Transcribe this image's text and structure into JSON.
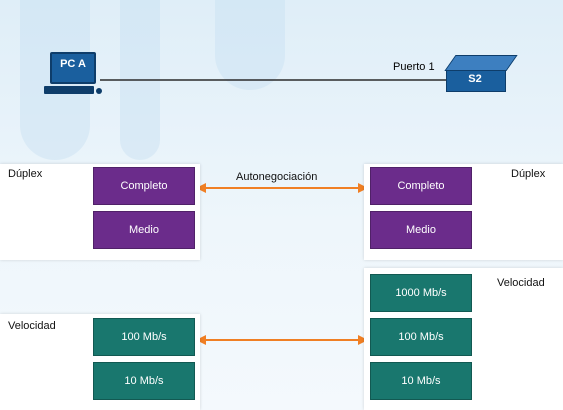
{
  "topology": {
    "pc_label": "PC A",
    "switch_label": "S2",
    "port_label": "Puerto 1"
  },
  "negotiation_label": "Autonegociación",
  "duplex": {
    "left": {
      "title": "Dúplex",
      "options": [
        "Completo",
        "Medio"
      ]
    },
    "right": {
      "title": "Dúplex",
      "options": [
        "Completo",
        "Medio"
      ]
    }
  },
  "speed": {
    "left": {
      "title": "Velocidad",
      "options": [
        "100 Mb/s",
        "10 Mb/s"
      ]
    },
    "right": {
      "title": "Velocidad",
      "options": [
        "1000 Mb/s",
        "100 Mb/s",
        "10 Mb/s"
      ]
    }
  },
  "colors": {
    "duplex_box": "#6b2c8b",
    "speed_box": "#19776e",
    "arrow": "#f07f24",
    "device": "#1a5f9e"
  }
}
